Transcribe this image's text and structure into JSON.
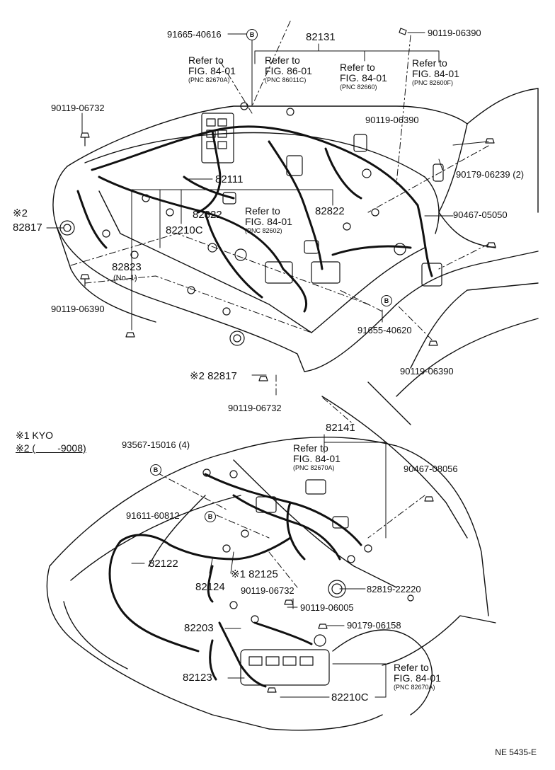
{
  "figure_code": "NE 5435-E",
  "badge_letter": "B",
  "legend": {
    "note1_mark": "※1",
    "note1_text": "KYO",
    "note2_mark": "※2",
    "note2_text": "(        -9008)"
  },
  "top": {
    "parts": {
      "p91665_40616": "91665-40616",
      "p82131": "82131",
      "p90119_06390_a": "90119-06390",
      "p90119_06732_a": "90119-06732",
      "p90119_06390_b": "90119-06390",
      "p90179_06239": "90179-06239 (2)",
      "p82111": "82111",
      "p82822_a": "82822",
      "p82822_b": "82822",
      "p90467_05050": "90467-05050",
      "p82817_a_mark": "※2",
      "p82817_a": "82817",
      "p82210c": "82210C",
      "p82823": "82823",
      "p82823_sub": "(No. 1)",
      "p90119_06390_c": "90119-06390",
      "p91655_40620": "91655-40620",
      "p90119_06390_d": "90119-06390",
      "p82817_b": "※2 82817",
      "p90119_06732_b": "90119-06732"
    },
    "refs": [
      {
        "line1": "Refer to",
        "line2": "FIG. 84-01",
        "line3": "(PNC 82670A)"
      },
      {
        "line1": "Refer to",
        "line2": "FIG. 86-01",
        "line3": "(PNC 86011C)"
      },
      {
        "line1": "Refer to",
        "line2": "FIG. 84-01",
        "line3": "(PNC 82660)"
      },
      {
        "line1": "Refer to",
        "line2": "FIG. 84-01",
        "line3": "(PNC 82600F)"
      },
      {
        "line1": "Refer to",
        "line2": "FIG. 84-01",
        "line3": "(PNC 82602)"
      }
    ]
  },
  "bottom": {
    "parts": {
      "p93567_15016": "93567-15016 (4)",
      "p82141": "82141",
      "p90467_08056": "90467-08056",
      "p91611_60812": "91611-60812",
      "p82122": "82122",
      "p82125": "※1 82125",
      "p82124": "82124",
      "p90119_06732": "90119-06732",
      "p82819_22220": "82819-22220",
      "p90119_06005": "90119-06005",
      "p82203": "82203",
      "p90179_06158": "90179-06158",
      "p82123": "82123",
      "p82210c": "82210C"
    },
    "refs": [
      {
        "line1": "Refer to",
        "line2": "FIG. 84-01",
        "line3": "(PNC 82670A)"
      },
      {
        "line1": "Refer to",
        "line2": "FIG. 84-01",
        "line3": "(PNC 82670A)"
      }
    ]
  }
}
